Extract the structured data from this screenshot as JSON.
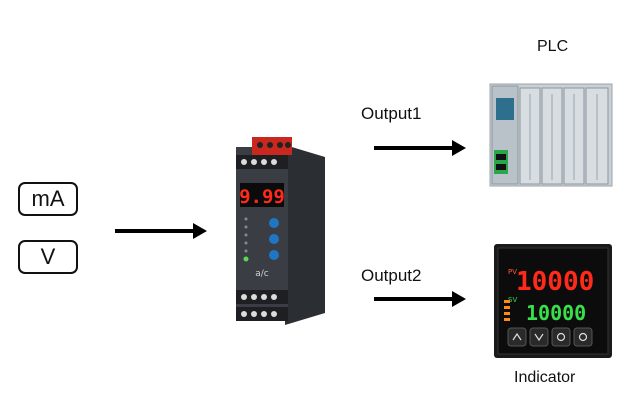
{
  "inputs": {
    "ma": "mA",
    "v": "V"
  },
  "outputs": {
    "output1": "Output1",
    "output2": "Output2"
  },
  "devices": {
    "plc_label": "PLC",
    "indicator_label": "Indicator",
    "transmitter_display": "9.99",
    "indicator_pv": "10000",
    "indicator_sv": "10000"
  },
  "colors": {
    "arrow": "#000000",
    "box_border": "#111111",
    "plc_body": "#c9d1d6",
    "display_red": "#ff2a1a",
    "display_green": "#39e04a"
  }
}
